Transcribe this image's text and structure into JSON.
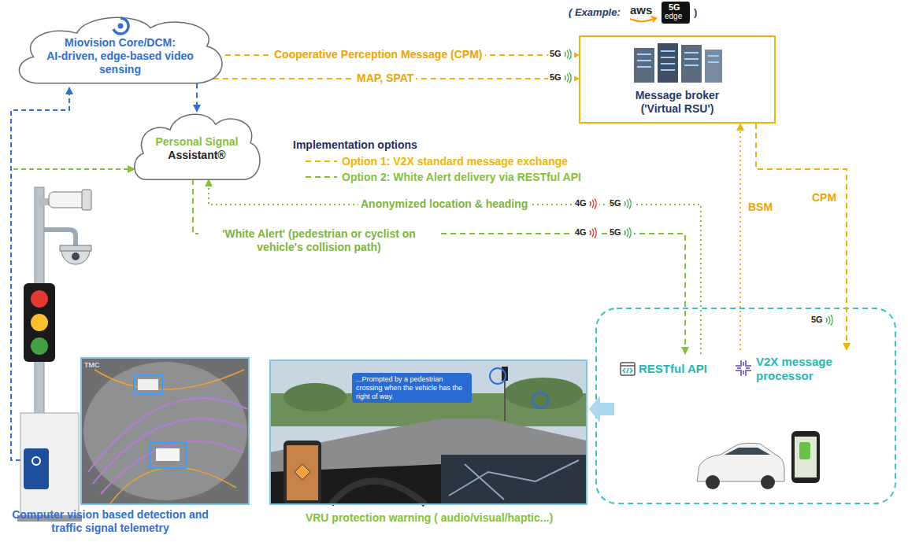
{
  "diagram": {
    "nodes": [
      {
        "text": [
          "Miovision Core/DCM:",
          "AI-driven, edge-based video sensing"
        ]
      },
      {
        "text": [
          "Message broker",
          "('Virtual RSU')"
        ]
      },
      {
        "text": [
          "Personal Signal",
          "Assistant®"
        ]
      },
      {
        "text": [
          "RESTful API"
        ]
      },
      {
        "text": [
          "V2X message processor"
        ]
      }
    ],
    "edges": [
      {
        "from": 0,
        "to": 1,
        "label": "Cooperative Perception Message (CPM)",
        "arrow": "to"
      },
      {
        "from": 0,
        "to": 1,
        "label": "MAP, SPAT",
        "arrow": "to"
      },
      {
        "from": 1,
        "to": 4,
        "label": "CPM",
        "arrow": "to"
      },
      {
        "from": 4,
        "to": 1,
        "label": "BSM",
        "arrow": "to"
      },
      {
        "from": 3,
        "to": 2,
        "label": "Anonymized location & heading",
        "arrow": "to"
      },
      {
        "from": 2,
        "to": 3,
        "label": "'White Alert' (pedestrian or cyclist on vehicle's collision path)",
        "arrow": "to"
      },
      {
        "from": 0,
        "to": 2,
        "arrow": "to"
      }
    ],
    "labels": [
      "( Example:",
      "aws",
      "5G",
      "edge",
      ")",
      "Implementation options",
      "5G",
      "5G",
      "4G",
      "5G",
      "4G",
      "5G",
      "5G",
      "TMC",
      "...Prompted by a pedestrian crossing when the vehicle has the right of way.",
      "Computer vision based detection and traffic signal telemetry",
      "VRU protection warning ( audio/visual/haptic...)"
    ],
    "legend": [
      {
        "text": "Option 1: V2X standard message exchange"
      },
      {
        "text": "Option 2: White Alert delivery via RESTful API"
      }
    ]
  }
}
